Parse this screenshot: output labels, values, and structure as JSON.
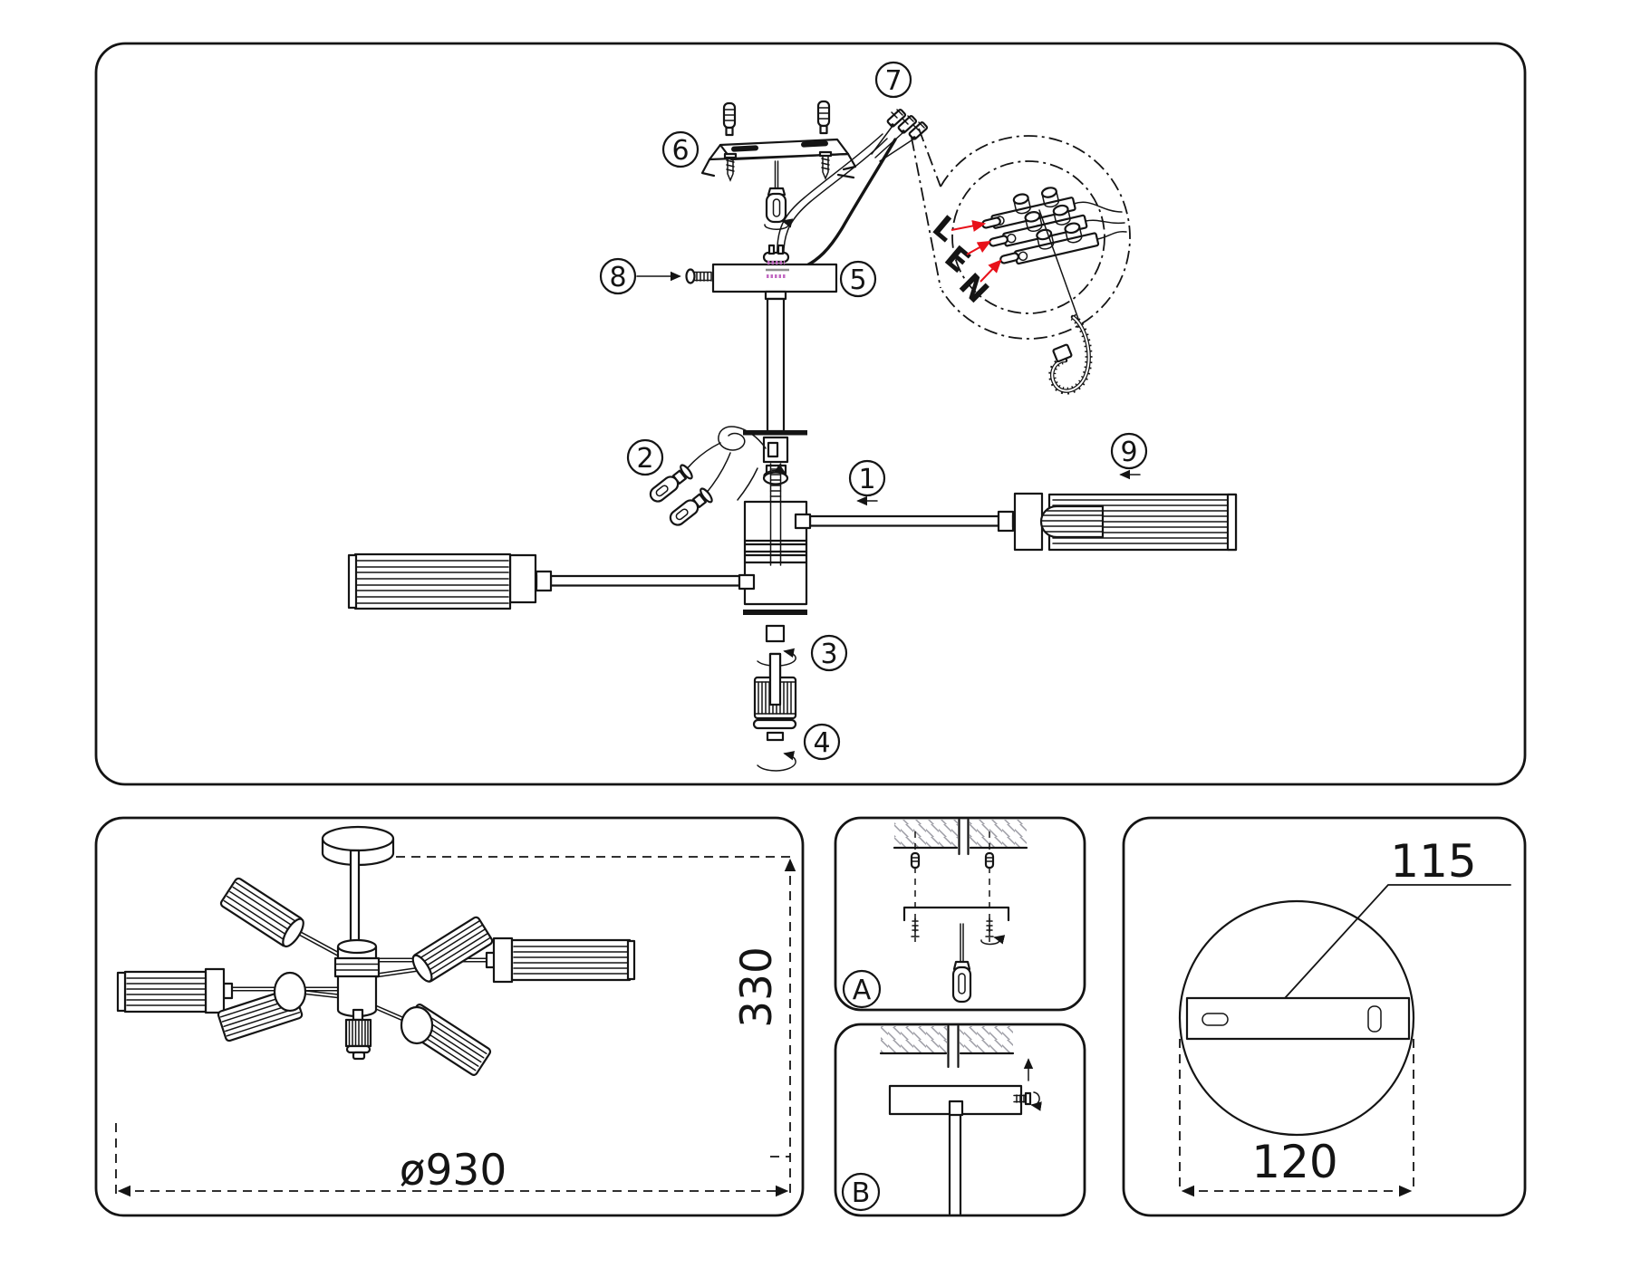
{
  "colors": {
    "line": "#141414",
    "red": "#e8111a",
    "thread_highlight": "#c269c2",
    "wire_gray": "#8c8c8c",
    "ceiling_hatch": "#9c9ca4"
  },
  "callouts": {
    "step1": "1",
    "step2": "2",
    "step3": "3",
    "step4": "4",
    "step5": "5",
    "step6": "6",
    "step7": "7",
    "step8": "8",
    "step9": "9",
    "detail_a": "A",
    "detail_b": "B"
  },
  "wiring": {
    "live": "L",
    "earth": "E",
    "neutral": "N"
  },
  "dimensions": {
    "overall_diameter": "ø930",
    "overall_height": "330",
    "bracket_hole_spacing": "115",
    "canopy_diameter": "120"
  }
}
